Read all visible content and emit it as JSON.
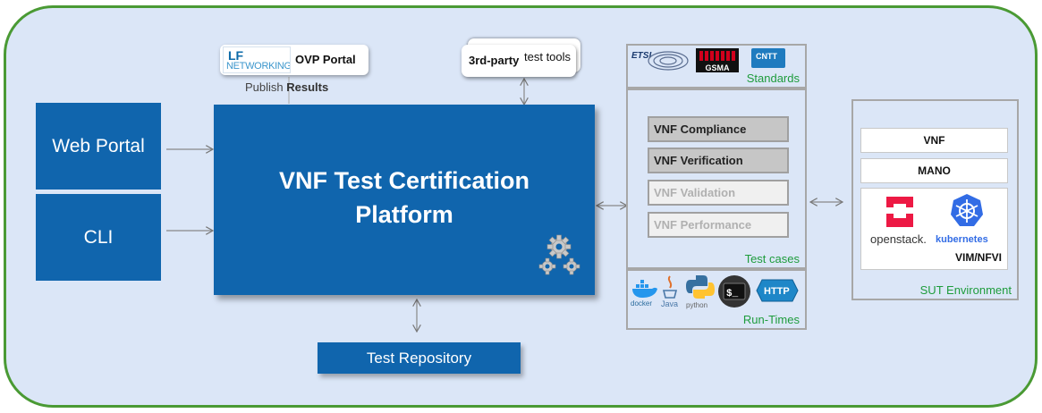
{
  "left_inputs": {
    "web_portal": "Web Portal",
    "cli": "CLI"
  },
  "platform": {
    "title_line1": "VNF Test Certification",
    "title_line2": "Platform",
    "icon": "gears-icon"
  },
  "repository": {
    "label": "Test Repository"
  },
  "ovp": {
    "logo_top": "LF",
    "logo_bottom": "NETWORKING",
    "label": "OVP Portal",
    "publish_word": "Publish",
    "results_word": "Results"
  },
  "third_party": {
    "bold": "3rd-party",
    "rest": "test tools"
  },
  "standards": {
    "label": "Standards",
    "logos": [
      "ETSI",
      "GSMA",
      "CNTT"
    ]
  },
  "test_cases": {
    "label": "Test cases",
    "items": [
      {
        "label": "VNF Compliance",
        "state": "active"
      },
      {
        "label": "VNF Verification",
        "state": "active"
      },
      {
        "label": "VNF Validation",
        "state": "inactive"
      },
      {
        "label": "VNF Performance",
        "state": "inactive"
      }
    ]
  },
  "runtimes": {
    "label": "Run-Times",
    "docker": "docker",
    "java": "Java",
    "python": "python",
    "terminal": "$_",
    "http": "HTTP"
  },
  "sut": {
    "label": "SUT Environment",
    "vnf": "VNF",
    "mano": "MANO",
    "openstack": "openstack.",
    "kubernetes": "kubernetes",
    "vim": "VIM/NFVI"
  },
  "colors": {
    "frame_border": "#4a9a34",
    "frame_fill": "#dbe6f7",
    "box_blue": "#1065ad",
    "label_green": "#1e9c3c"
  }
}
